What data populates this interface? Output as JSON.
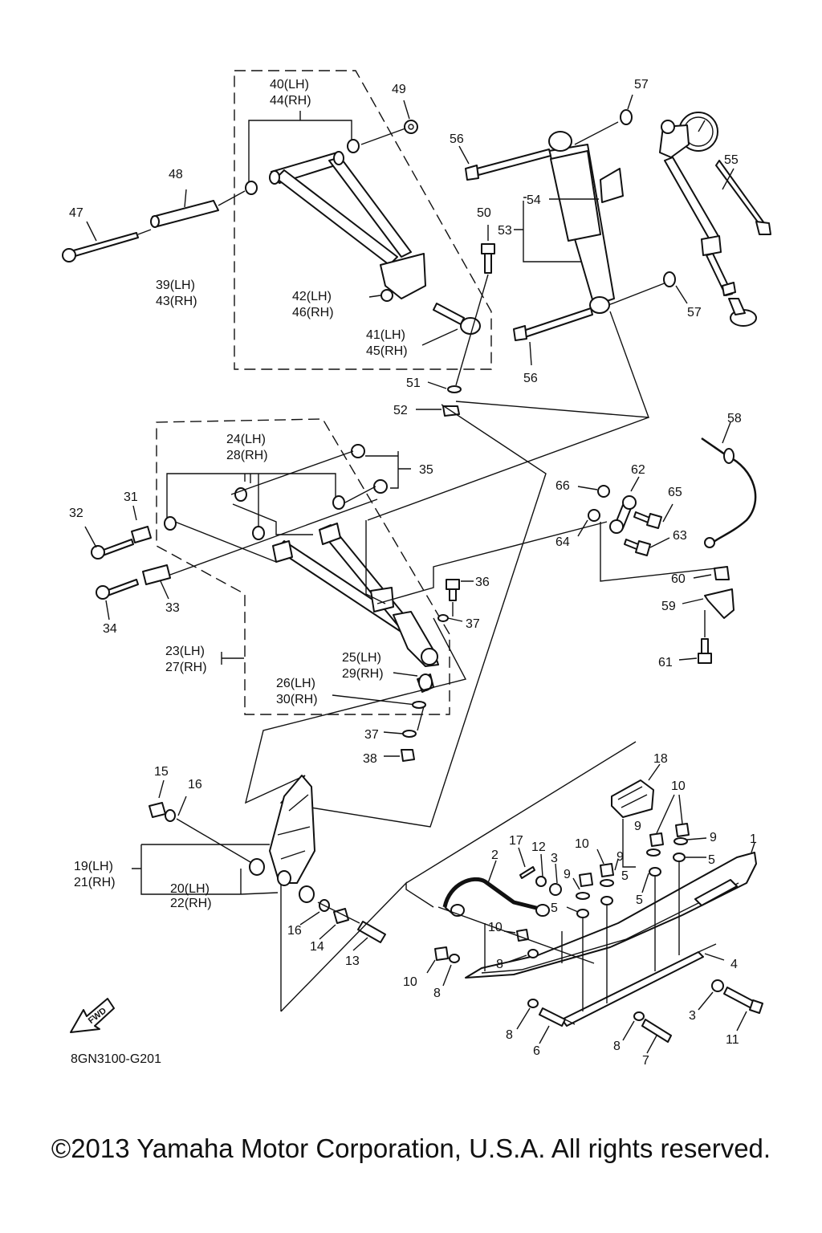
{
  "diagram": {
    "code": "8GN3100-G201",
    "fwd": "FWD",
    "callouts": [
      {
        "id": "c40",
        "text": "40(LH)"
      },
      {
        "id": "c44",
        "text": "44(RH)"
      },
      {
        "id": "c49",
        "text": "49"
      },
      {
        "id": "c57a",
        "text": "57"
      },
      {
        "id": "c56a",
        "text": "56"
      },
      {
        "id": "c55",
        "text": "55"
      },
      {
        "id": "c48",
        "text": "48"
      },
      {
        "id": "c47",
        "text": "47"
      },
      {
        "id": "c50",
        "text": "50"
      },
      {
        "id": "c54",
        "text": "54"
      },
      {
        "id": "c53",
        "text": "53"
      },
      {
        "id": "c39",
        "text": "39(LH)"
      },
      {
        "id": "c43",
        "text": "43(RH)"
      },
      {
        "id": "c42",
        "text": "42(LH)"
      },
      {
        "id": "c46",
        "text": "46(RH)"
      },
      {
        "id": "c41",
        "text": "41(LH)"
      },
      {
        "id": "c45",
        "text": "45(RH)"
      },
      {
        "id": "c57b",
        "text": "57"
      },
      {
        "id": "c56b",
        "text": "56"
      },
      {
        "id": "c51",
        "text": "51"
      },
      {
        "id": "c52",
        "text": "52"
      },
      {
        "id": "c58",
        "text": "58"
      },
      {
        "id": "c24",
        "text": "24(LH)"
      },
      {
        "id": "c28",
        "text": "28(RH)"
      },
      {
        "id": "c35",
        "text": "35"
      },
      {
        "id": "c62",
        "text": "62"
      },
      {
        "id": "c66",
        "text": "66"
      },
      {
        "id": "c65",
        "text": "65"
      },
      {
        "id": "c31",
        "text": "31"
      },
      {
        "id": "c32",
        "text": "32"
      },
      {
        "id": "c64",
        "text": "64"
      },
      {
        "id": "c63",
        "text": "63"
      },
      {
        "id": "c60",
        "text": "60"
      },
      {
        "id": "c36",
        "text": "36"
      },
      {
        "id": "c59",
        "text": "59"
      },
      {
        "id": "c33",
        "text": "33"
      },
      {
        "id": "c34",
        "text": "34"
      },
      {
        "id": "c37a",
        "text": "37"
      },
      {
        "id": "c23",
        "text": "23(LH)"
      },
      {
        "id": "c27",
        "text": "27(RH)"
      },
      {
        "id": "c25",
        "text": "25(LH)"
      },
      {
        "id": "c29",
        "text": "29(RH)"
      },
      {
        "id": "c61",
        "text": "61"
      },
      {
        "id": "c26",
        "text": "26(LH)"
      },
      {
        "id": "c30",
        "text": "30(RH)"
      },
      {
        "id": "c37b",
        "text": "37"
      },
      {
        "id": "c38",
        "text": "38"
      },
      {
        "id": "c18",
        "text": "18"
      },
      {
        "id": "c15",
        "text": "15"
      },
      {
        "id": "c16a",
        "text": "16"
      },
      {
        "id": "c10a",
        "text": "10"
      },
      {
        "id": "c9a",
        "text": "9"
      },
      {
        "id": "c1",
        "text": "1"
      },
      {
        "id": "c17",
        "text": "17"
      },
      {
        "id": "c12",
        "text": "12"
      },
      {
        "id": "c10b",
        "text": "10"
      },
      {
        "id": "c9b",
        "text": "9"
      },
      {
        "id": "c5a",
        "text": "5"
      },
      {
        "id": "c2",
        "text": "2"
      },
      {
        "id": "c9c",
        "text": "9"
      },
      {
        "id": "c19",
        "text": "19(LH)"
      },
      {
        "id": "c21",
        "text": "21(RH)"
      },
      {
        "id": "c3a",
        "text": "3"
      },
      {
        "id": "c9d",
        "text": "9"
      },
      {
        "id": "c5b",
        "text": "5"
      },
      {
        "id": "c5c",
        "text": "5"
      },
      {
        "id": "c20",
        "text": "20(LH)"
      },
      {
        "id": "c22",
        "text": "22(RH)"
      },
      {
        "id": "c5d",
        "text": "5"
      },
      {
        "id": "c16b",
        "text": "16"
      },
      {
        "id": "c10c",
        "text": "10"
      },
      {
        "id": "c14",
        "text": "14"
      },
      {
        "id": "c8a",
        "text": "8"
      },
      {
        "id": "c4",
        "text": "4"
      },
      {
        "id": "c13",
        "text": "13"
      },
      {
        "id": "c10d",
        "text": "10"
      },
      {
        "id": "c8b",
        "text": "8"
      },
      {
        "id": "c3b",
        "text": "3"
      },
      {
        "id": "c11",
        "text": "11"
      },
      {
        "id": "c8c",
        "text": "8"
      },
      {
        "id": "c6",
        "text": "6"
      },
      {
        "id": "c8d",
        "text": "8"
      },
      {
        "id": "c7",
        "text": "7"
      }
    ]
  },
  "footer": {
    "copyright": "©2013 Yamaha Motor Corporation, U.S.A. All rights reserved."
  }
}
